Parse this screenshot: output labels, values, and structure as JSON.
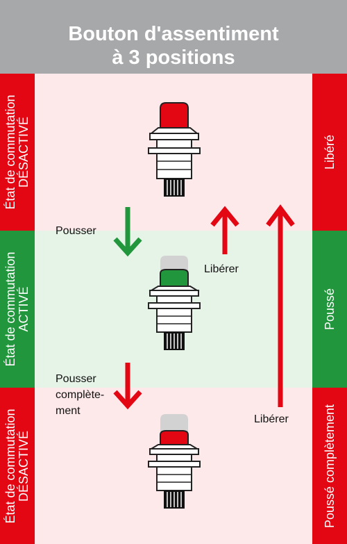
{
  "title": {
    "line1": "Bouton d'assentiment",
    "line2": "à 3 positions"
  },
  "left_panels": [
    {
      "line1": "État de commutation",
      "line2": "DÉSACTIVÉ"
    },
    {
      "line1": "État de commutation",
      "line2": "ACTIVÉ"
    },
    {
      "line1": "État de commutation",
      "line2": "DÉSACTIVÉ"
    }
  ],
  "right_panels": [
    {
      "label": "Libéré"
    },
    {
      "label": "Poussé"
    },
    {
      "label": "Poussé complètement"
    }
  ],
  "actions": {
    "push": "Pousser",
    "push_full_1": "Pousser",
    "push_full_2": "complète-",
    "push_full_3": "ment",
    "release_1": "Libérer",
    "release_2": "Libérer"
  },
  "colors": {
    "red": "#e30613",
    "green": "#22963c",
    "pink_bg": "#fde8ea",
    "green_bg": "#e6f3e7",
    "header_gray": "#a7a8aa",
    "cap_gray": "#d2d2d2"
  }
}
